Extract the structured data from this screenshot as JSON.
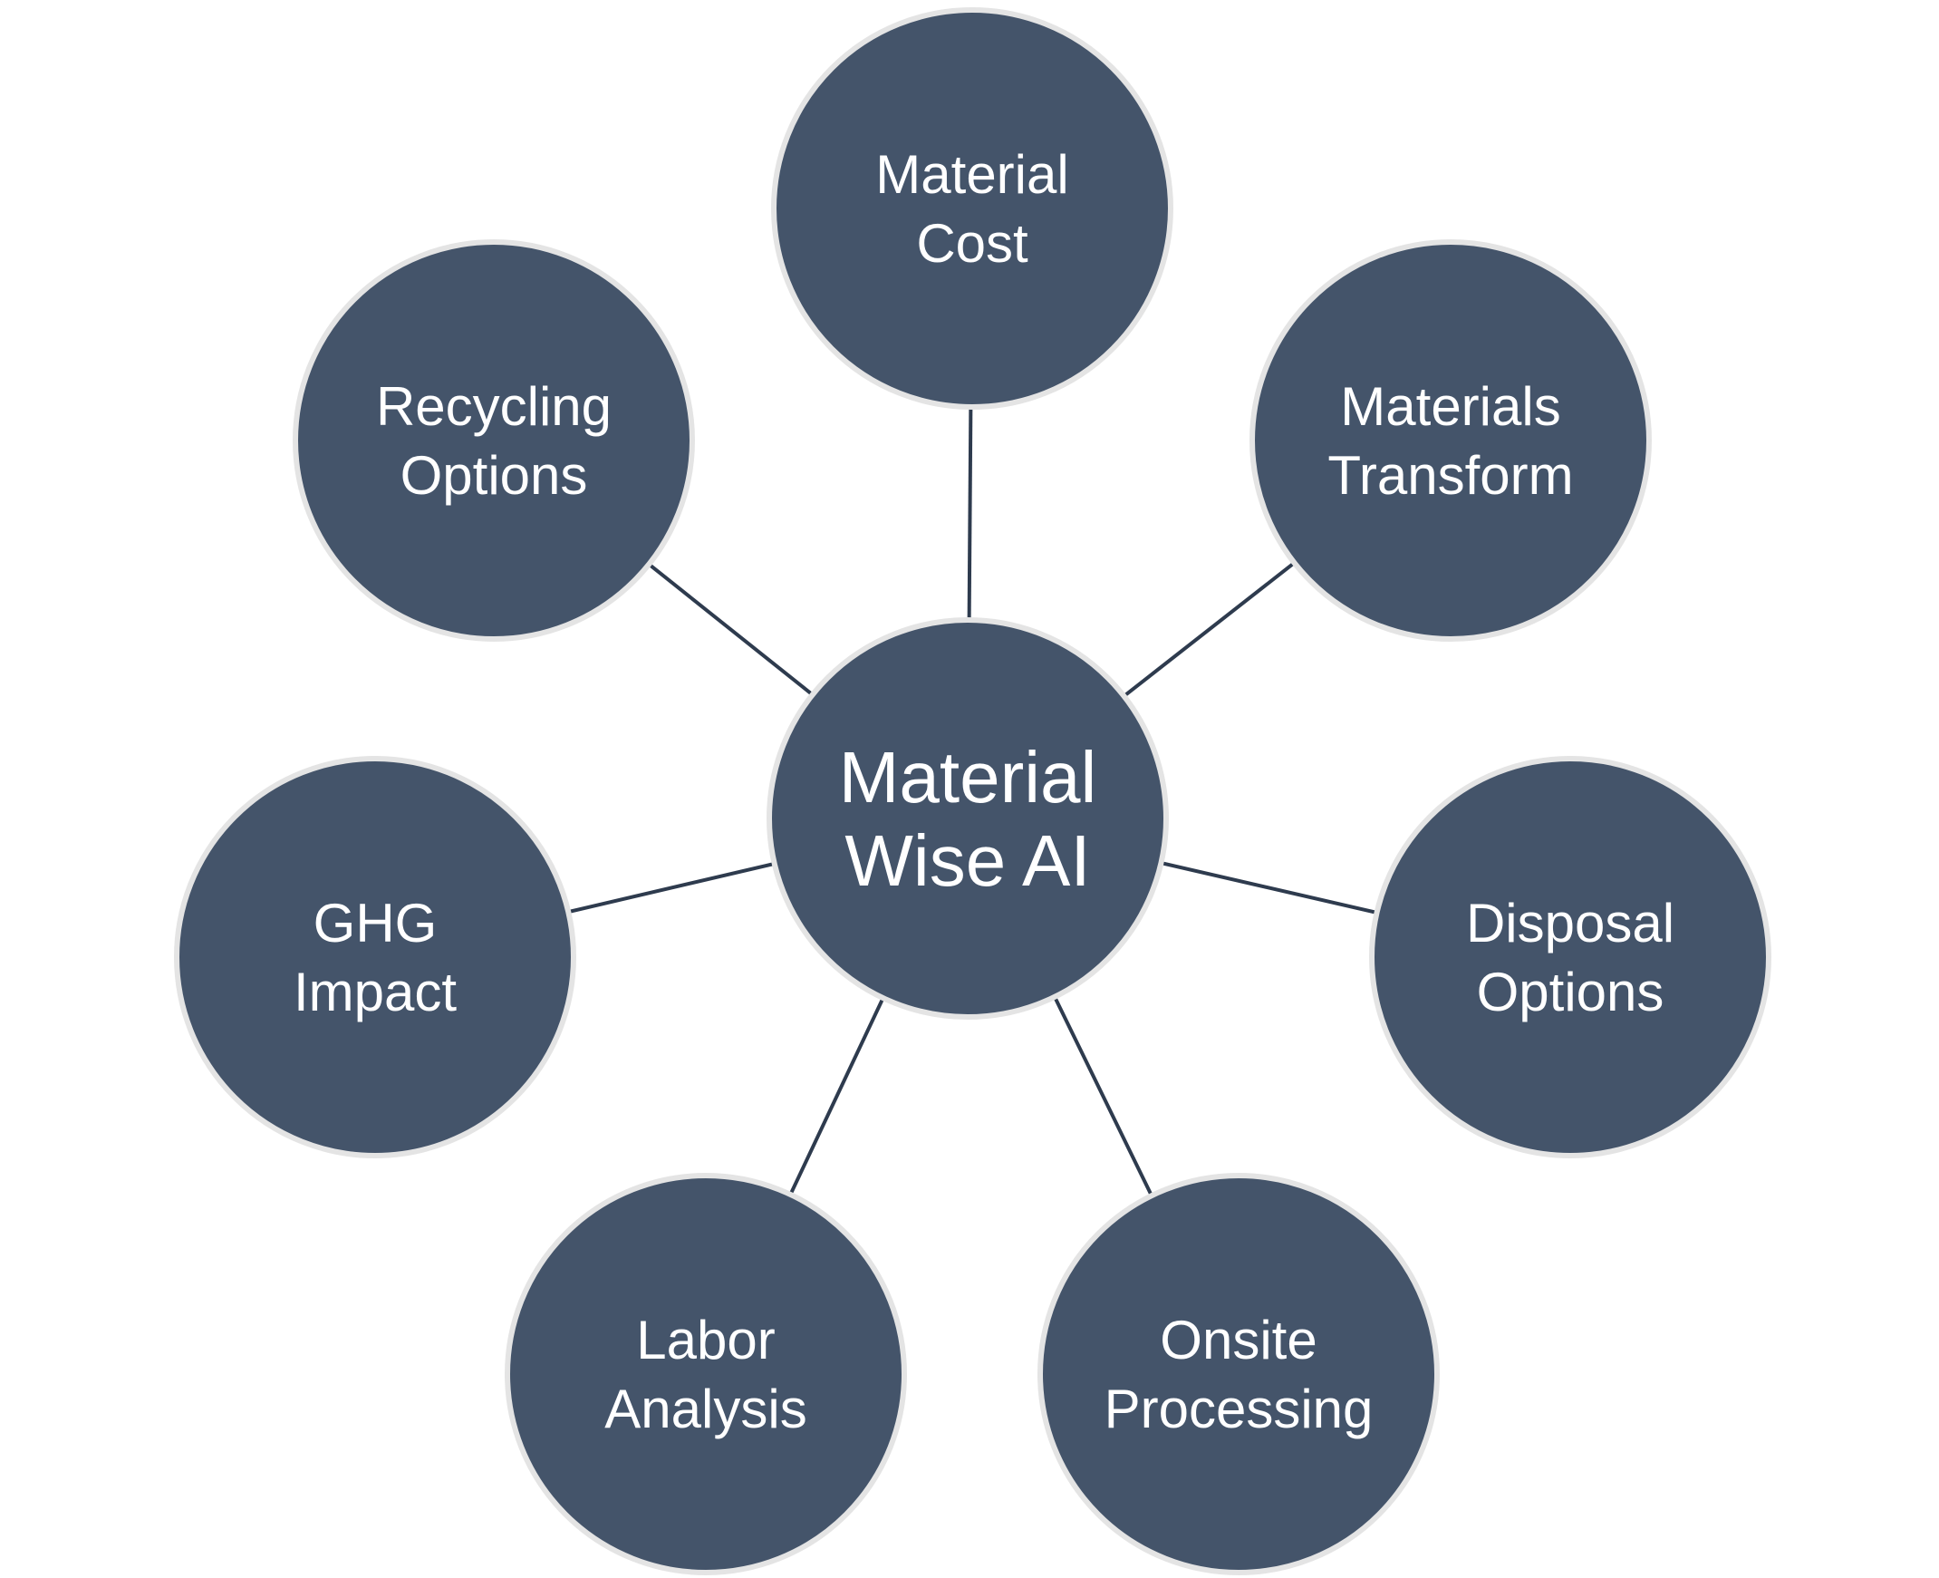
{
  "diagram": {
    "colors": {
      "node_fill": "#44546a",
      "node_border": "#e4e4e4",
      "connector": "#2e3b4e",
      "text": "#ffffff"
    },
    "center": {
      "id": "material-wise-ai",
      "lines": [
        "Material",
        "Wise AI"
      ]
    },
    "nodes": [
      {
        "id": "material-cost",
        "lines": [
          "Material",
          "Cost"
        ]
      },
      {
        "id": "materials-transform",
        "lines": [
          "Materials",
          "Transform"
        ]
      },
      {
        "id": "disposal-options",
        "lines": [
          "Disposal",
          "Options"
        ]
      },
      {
        "id": "onsite-processing",
        "lines": [
          "Onsite",
          "Processing"
        ]
      },
      {
        "id": "labor-analysis",
        "lines": [
          "Labor",
          "Analysis"
        ]
      },
      {
        "id": "ghg-impact",
        "lines": [
          "GHG",
          "Impact"
        ]
      },
      {
        "id": "recycling-options",
        "lines": [
          "Recycling",
          "Options"
        ]
      }
    ]
  }
}
